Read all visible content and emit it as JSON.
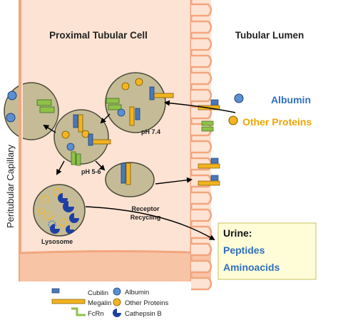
{
  "labels": {
    "cell": "Proximal Tubular Cell",
    "lumen": "Tubular Lumen",
    "capillary": "Peritubular Capillary",
    "albumin": "Albumin",
    "other_proteins": "Other Proteins",
    "ph_neutral": "pH 7.4",
    "ph_acid": "pH 5-6",
    "receptor_recycling_1": "Receptor",
    "receptor_recycling_2": "Recycling",
    "lysosome": "Lysosome",
    "urine_title": "Urine:",
    "urine_line1": "Peptides",
    "urine_line2": "Aminoacids"
  },
  "legend": {
    "cubilin": "Cubilin",
    "megalin": "Megalin",
    "fcrn": "FcRn",
    "albumin": "Albumin",
    "other_proteins": "Other Proteins",
    "cathepsin_b": "Cathepsin B"
  },
  "colors": {
    "cell_fill": "#fde3d3",
    "membrane": "#f2a67e",
    "vesicle_fill": "#c5bc97",
    "vesicle_stroke": "#4a4a3a",
    "cubilin": "#4a78b8",
    "megalin": "#f2b321",
    "fcrn": "#8fc048",
    "albumin": "#5b8fd0",
    "other_protein": "#f5b520",
    "cathepsin": "#1f3fa5",
    "urine_box_fill": "#fffdd8",
    "urine_text": "#2f6fc0",
    "other_text": "#f0a500"
  }
}
